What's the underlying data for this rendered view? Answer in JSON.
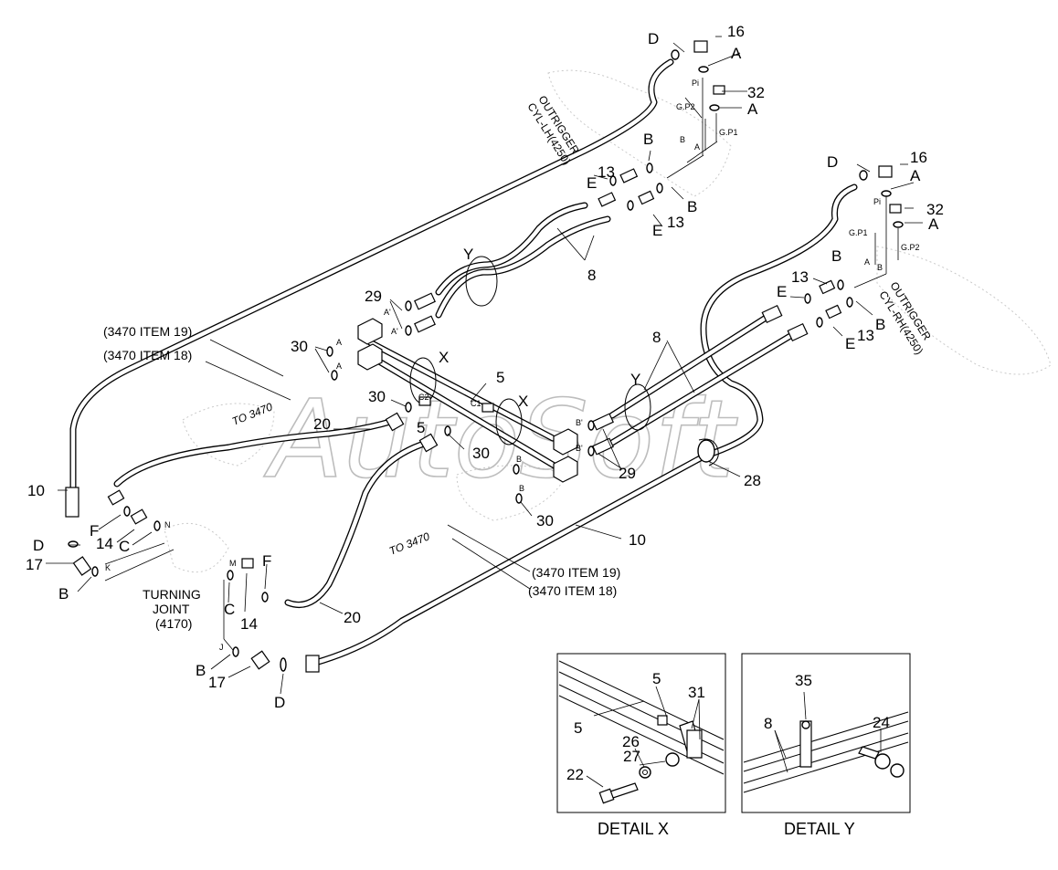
{
  "watermark": "AutoSoft",
  "part_numbers": {
    "n5": "5",
    "n8": "8",
    "n10": "10",
    "n13": "13",
    "n14": "14",
    "n16": "16",
    "n17": "17",
    "n20": "20",
    "n22": "22",
    "n24": "24",
    "n26": "26",
    "n27": "27",
    "n28": "28",
    "n29": "29",
    "n30": "30",
    "n31": "31",
    "n32": "32",
    "n35": "35"
  },
  "letters": {
    "A": "A",
    "B": "B",
    "C": "C",
    "D": "D",
    "E": "E",
    "F": "F",
    "X": "X",
    "Y": "Y"
  },
  "port_marks": {
    "a": "A",
    "a_prime": "A'",
    "b": "B",
    "b_prime": "B'",
    "c": "C",
    "c1": "C1",
    "c2": "C2",
    "n": "N",
    "k": "K",
    "m": "M",
    "j": "J",
    "pi": "Pi",
    "gp1": "G.P1",
    "gp2": "G.P2",
    "s_a": "A",
    "s_b": "B"
  },
  "labels": {
    "outrigger_lh_1": "OUTRIGGER",
    "outrigger_lh_2": "CYL-LH(4250)",
    "outrigger_rh_1": "OUTRIGGER",
    "outrigger_rh_2": "CYL-RH(4250)",
    "ref_item19": "(3470 ITEM 19)",
    "ref_item18": "(3470 ITEM 18)",
    "to_3470": "TO 3470",
    "turning_joint_1": "TURNING",
    "turning_joint_2": "JOINT",
    "turning_joint_3": "(4170)",
    "detail_x": "DETAIL  X",
    "detail_y": "DETAIL  Y"
  }
}
